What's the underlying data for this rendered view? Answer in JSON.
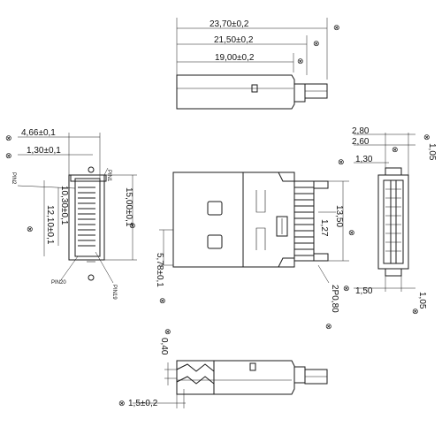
{
  "top_view": {
    "dim_overall": "23,70±0,2",
    "dim_body": "21,50±0,2",
    "dim_shell": "19,00±0,2"
  },
  "left_view": {
    "dim_width": "4,66±0,1",
    "dim_slot": "1,30±0,1",
    "dim_height": "15,00±0,1",
    "dim_pitch_span": "10,30±0,1",
    "dim_inner": "12,10±0,1",
    "pin_labels": [
      "PIN1",
      "PIN2",
      "PIN20",
      "PIN19"
    ]
  },
  "front_view": {
    "dim_tab": "5,78±0,1",
    "dim_span": "13,50",
    "dim_pitch": "1,27",
    "dim_pitch2": "2P0,80"
  },
  "right_view": {
    "dim_a": "2,80",
    "dim_b": "2,60",
    "dim_c": "1,30",
    "dim_d": "1,05",
    "dim_e": "1,50",
    "dim_f": "1,05"
  },
  "bottom_view": {
    "dim_thickness": "0,40",
    "dim_gap": "1,5±0,2"
  },
  "symbols": {
    "dim_marker": "⊗"
  }
}
